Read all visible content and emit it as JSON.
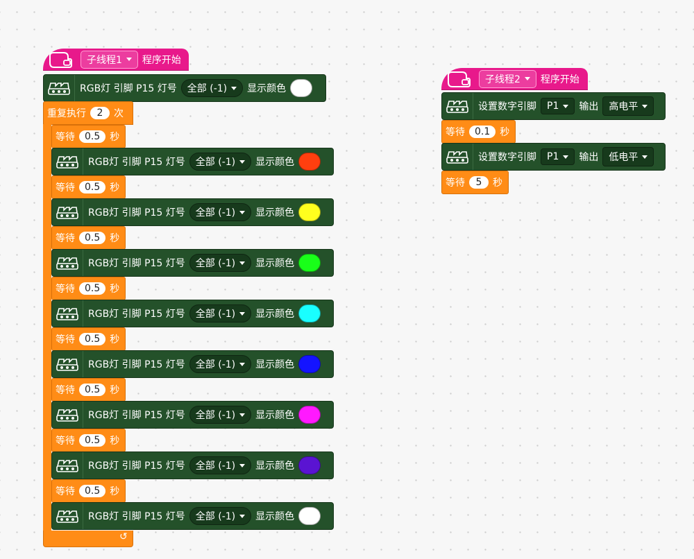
{
  "thread1": {
    "thread_label": "子线程1",
    "start_label": "程序开始",
    "first_rgb": {
      "label": "RGB灯 引脚 P15 灯号",
      "lamp": "全部 (-1)",
      "show_label": "显示颜色",
      "color": "#ffffff"
    },
    "repeat": {
      "label_prefix": "重复执行",
      "count": "2",
      "label_suffix": "次",
      "loop_icon": "loop-arrow-icon",
      "steps": [
        {
          "wait_label": "等待",
          "wait_value": "0.5",
          "wait_unit": "秒",
          "rgb_label": "RGB灯 引脚 P15 灯号",
          "lamp": "全部 (-1)",
          "show_label": "显示颜色",
          "color": "#ff3f0f"
        },
        {
          "wait_label": "等待",
          "wait_value": "0.5",
          "wait_unit": "秒",
          "rgb_label": "RGB灯 引脚 P15 灯号",
          "lamp": "全部 (-1)",
          "show_label": "显示颜色",
          "color": "#ffff1e"
        },
        {
          "wait_label": "等待",
          "wait_value": "0.5",
          "wait_unit": "秒",
          "rgb_label": "RGB灯 引脚 P15 灯号",
          "lamp": "全部 (-1)",
          "show_label": "显示颜色",
          "color": "#19ff19"
        },
        {
          "wait_label": "等待",
          "wait_value": "0.5",
          "wait_unit": "秒",
          "rgb_label": "RGB灯 引脚 P15 灯号",
          "lamp": "全部 (-1)",
          "show_label": "显示颜色",
          "color": "#19ffff"
        },
        {
          "wait_label": "等待",
          "wait_value": "0.5",
          "wait_unit": "秒",
          "rgb_label": "RGB灯 引脚 P15 灯号",
          "lamp": "全部 (-1)",
          "show_label": "显示颜色",
          "color": "#1414ff"
        },
        {
          "wait_label": "等待",
          "wait_value": "0.5",
          "wait_unit": "秒",
          "rgb_label": "RGB灯 引脚 P15 灯号",
          "lamp": "全部 (-1)",
          "show_label": "显示颜色",
          "color": "#ff19ff"
        },
        {
          "wait_label": "等待",
          "wait_value": "0.5",
          "wait_unit": "秒",
          "rgb_label": "RGB灯 引脚 P15 灯号",
          "lamp": "全部 (-1)",
          "show_label": "显示颜色",
          "color": "#5a14d2"
        },
        {
          "wait_label": "等待",
          "wait_value": "0.5",
          "wait_unit": "秒",
          "rgb_label": "RGB灯 引脚 P15 灯号",
          "lamp": "全部 (-1)",
          "show_label": "显示颜色",
          "color": "#ffffff"
        }
      ]
    }
  },
  "thread2": {
    "thread_label": "子线程2",
    "start_label": "程序开始",
    "blocks": [
      {
        "type": "digital",
        "label": "设置数字引脚",
        "pin": "P1",
        "output_label": "输出",
        "level": "高电平"
      },
      {
        "type": "wait",
        "wait_label": "等待",
        "wait_value": "0.1",
        "wait_unit": "秒"
      },
      {
        "type": "digital",
        "label": "设置数字引脚",
        "pin": "P1",
        "output_label": "输出",
        "level": "低电平"
      },
      {
        "type": "wait",
        "wait_label": "等待",
        "wait_value": "5",
        "wait_unit": "秒"
      }
    ]
  },
  "icons": {
    "hat": "controller-icon",
    "block": "board-icon"
  },
  "colors": {
    "hat": "#e8198b",
    "block": "#24512a",
    "control": "#ff8c16"
  }
}
